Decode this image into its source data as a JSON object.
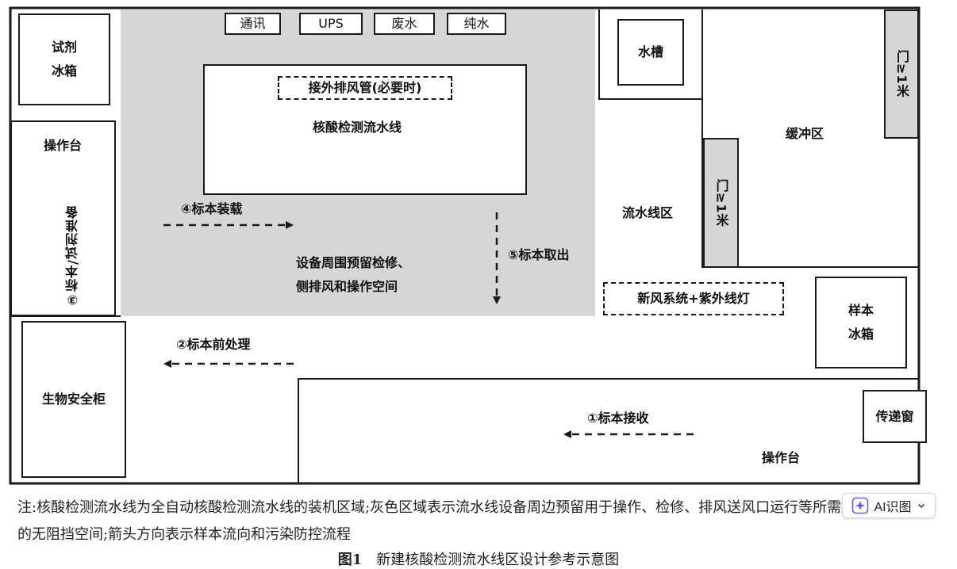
{
  "diagram": {
    "top_items": [
      "通讯",
      "UPS",
      "废水",
      "纯水"
    ],
    "reagent_fridge": [
      "试剂",
      "冰箱"
    ],
    "left_bench": "操作台",
    "reagent_prep_arrow": "③标本/试剂准备",
    "pipeline_box": {
      "exhaust_note": "接外排风管(必要时)",
      "title": "核酸检测流水线"
    },
    "sample_loading": "④标本装载",
    "sample_removal": "⑤标本取出",
    "reserved_space": [
      "设备周围预留检修、",
      "侧排风和操作空间"
    ],
    "water_tank": "水槽",
    "buffer_zone": "缓冲区",
    "door_top": "门≥1米",
    "door_mid": "门≥1米",
    "pipeline_zone": "流水线区",
    "fresh_air": "新风系统+紫外线灯",
    "sample_fridge": [
      "样本",
      "冰箱"
    ],
    "pretreatment": "②标本前处理",
    "biosafety_cabinet": "生物安全柜",
    "sample_reception": "①标本接收",
    "pass_window": "传递窗",
    "bottom_bench": "操作台"
  },
  "caption": {
    "note": "注:核酸检测流水线为全自动核酸检测流水线的装机区域;灰色区域表示流水线设备周边预留用于操作、检修、排风送风口运行等所需的无阻挡空间;箭头方向表示样本流向和污染防控流程",
    "fig_label": "图1",
    "fig_title": "新建核酸检测流水线区设计参考示意图"
  },
  "ai_button": {
    "label": "AI识图",
    "icon": "sparkle-icon",
    "chevron": "chevron-down-icon"
  }
}
